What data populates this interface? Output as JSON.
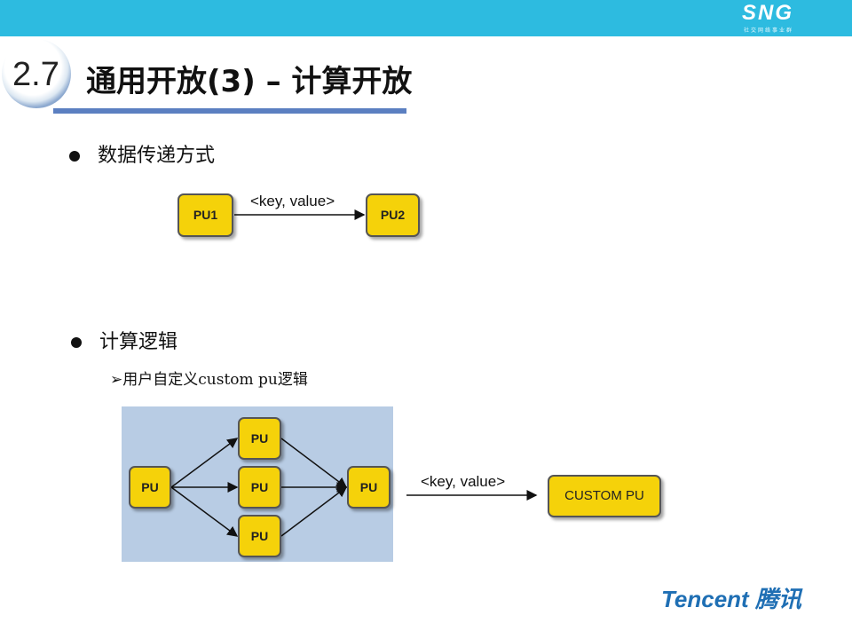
{
  "header": {
    "logo": "SNG",
    "logo_sub": "社交网络事业群",
    "section_number": "2.7",
    "title": "通用开放(3) – 计算开放"
  },
  "bullets": [
    {
      "text": "数据传递方式"
    },
    {
      "text": "计算逻辑",
      "sub": "➢用户自定义custom pu逻辑"
    }
  ],
  "diagram1": {
    "source": "PU1",
    "target": "PU2",
    "edge_label": "<key, value>"
  },
  "diagram2": {
    "nodes": [
      "PU",
      "PU",
      "PU",
      "PU",
      "PU"
    ],
    "edge_label": "<key, value>",
    "output": "CUSTOM PU"
  },
  "footer": {
    "logo": "Tencent 腾讯"
  },
  "colors": {
    "topbar": "#2dbbe0",
    "node": "#f5d20a",
    "panel": "#b8cce4",
    "underline": "#5b7fc1"
  }
}
